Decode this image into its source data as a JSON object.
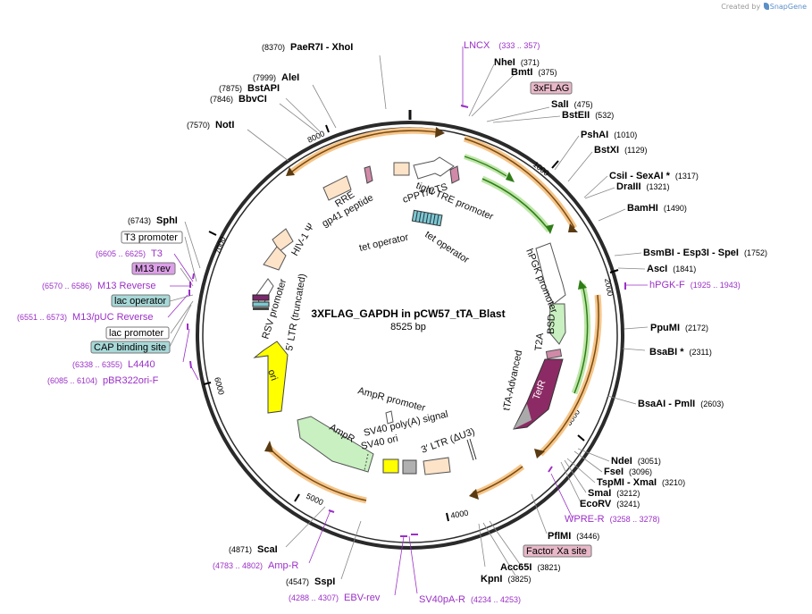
{
  "credit": {
    "prefix": "Created by",
    "brand": "SnapGene"
  },
  "plasmid": {
    "name": "3XFLAG_GAPDH in pCW57_tTA_Blast",
    "size_label": "8525 bp",
    "length": 8525
  },
  "ruler_ticks": [
    "1000",
    "2000",
    "3000",
    "4000",
    "5000",
    "6000",
    "7000",
    "8000"
  ],
  "colors": {
    "primer": "#9b30c7",
    "feature_box": "#e8b8c8",
    "misc_box": "#a8d8d8",
    "orange": "#f0a020",
    "green": "#44aa22"
  },
  "sites": [
    {
      "name": "PaeR7I",
      "extra": " - XhoI",
      "pos": "(8370)"
    },
    {
      "name": "AleI",
      "pos": "(7999)"
    },
    {
      "name": "BstAPI",
      "pos": "(7875)"
    },
    {
      "name": "BbvCI",
      "pos": "(7846)"
    },
    {
      "name": "NotI",
      "pos": "(7570)"
    },
    {
      "name": "NheI",
      "pos": "(371)"
    },
    {
      "name": "BmtI",
      "pos": "(375)"
    },
    {
      "name": "SalI",
      "pos": "(475)"
    },
    {
      "name": "BstEII",
      "pos": "(532)"
    },
    {
      "name": "PshAI",
      "pos": "(1010)"
    },
    {
      "name": "BstXI",
      "pos": "(1129)"
    },
    {
      "name": "CsiI",
      "extra": " - SexAI *",
      "pos": "(1317)"
    },
    {
      "name": "DraIII",
      "pos": "(1321)"
    },
    {
      "name": "BamHI",
      "pos": "(1490)"
    },
    {
      "name": "BsmBI",
      "extra": " - Esp3I  - SpeI",
      "pos": "(1752)"
    },
    {
      "name": "AscI",
      "pos": "(1841)"
    },
    {
      "name": "PpuMI",
      "pos": "(2172)"
    },
    {
      "name": "BsaBI *",
      "pos": "(2311)"
    },
    {
      "name": "BsaAI",
      "extra": " - PmlI",
      "pos": "(2603)"
    },
    {
      "name": "NdeI",
      "pos": "(3051)"
    },
    {
      "name": "FseI",
      "pos": "(3096)"
    },
    {
      "name": "TspMI",
      "extra": " - XmaI",
      "pos": "(3210)"
    },
    {
      "name": "SmaI",
      "pos": "(3212)"
    },
    {
      "name": "EcoRV",
      "pos": "(3241)"
    },
    {
      "name": "PflMI",
      "pos": "(3446)"
    },
    {
      "name": "Acc65I",
      "pos": "(3821)"
    },
    {
      "name": "KpnI",
      "pos": "(3825)"
    },
    {
      "name": "ScaI",
      "pos": "(4871)"
    },
    {
      "name": "SspI",
      "pos": "(4547)"
    },
    {
      "name": "SphI",
      "pos": "(6743)"
    }
  ],
  "primers": [
    {
      "name": "LNCX",
      "range": "(333 .. 357)"
    },
    {
      "name": "hPGK-F",
      "range": "(1925 .. 1943)"
    },
    {
      "name": "WPRE-R",
      "range": "(3258 .. 3278)"
    },
    {
      "name": "SV40pA-R",
      "range": "(4234 .. 4253)"
    },
    {
      "name": "EBV-rev",
      "range": "(4288 .. 4307)"
    },
    {
      "name": "Amp-R",
      "range": "(4783 .. 4802)"
    },
    {
      "name": "pBR322ori-F",
      "range": "(6085 .. 6104)"
    },
    {
      "name": "L4440",
      "range": "(6338 .. 6355)"
    },
    {
      "name": "M13/pUC Reverse",
      "range": "(6551 .. 6573)"
    },
    {
      "name": "M13 Reverse",
      "range": "(6570 .. 6586)"
    },
    {
      "name": "T3",
      "range": "(6605 .. 6625)"
    }
  ],
  "boxed_labels": {
    "flag": "3xFLAG",
    "factor_xa": "Factor Xa site",
    "m13rev": "M13 rev",
    "t3_promoter": "T3 promoter",
    "lac_operator": "lac operator",
    "lac_promoter": "lac promoter",
    "cap_site": "CAP binding site"
  },
  "features": {
    "tight_tre": "tight TRE promoter",
    "cppt": "cPPT/CTS",
    "tet_operator": "tet operator",
    "rre": "RRE",
    "gp41": "gp41 peptide",
    "hiv1psi": "HIV-1 Ψ",
    "rsv": "RSV promoter",
    "ltr5": "5′ LTR (truncated)",
    "hpgk": "hPGK promoter",
    "bsd": "BSD",
    "t2a": "T2A",
    "tetr": "TetR",
    "tta": "tTA-Advanced",
    "ori": "ori",
    "ampr_promoter": "AmpR promoter",
    "ampr": "AmpR",
    "sv40_polya": "SV40 poly(A) signal",
    "sv40_ori": "SV40 ori",
    "ltr3": "3′ LTR (ΔU3)"
  }
}
